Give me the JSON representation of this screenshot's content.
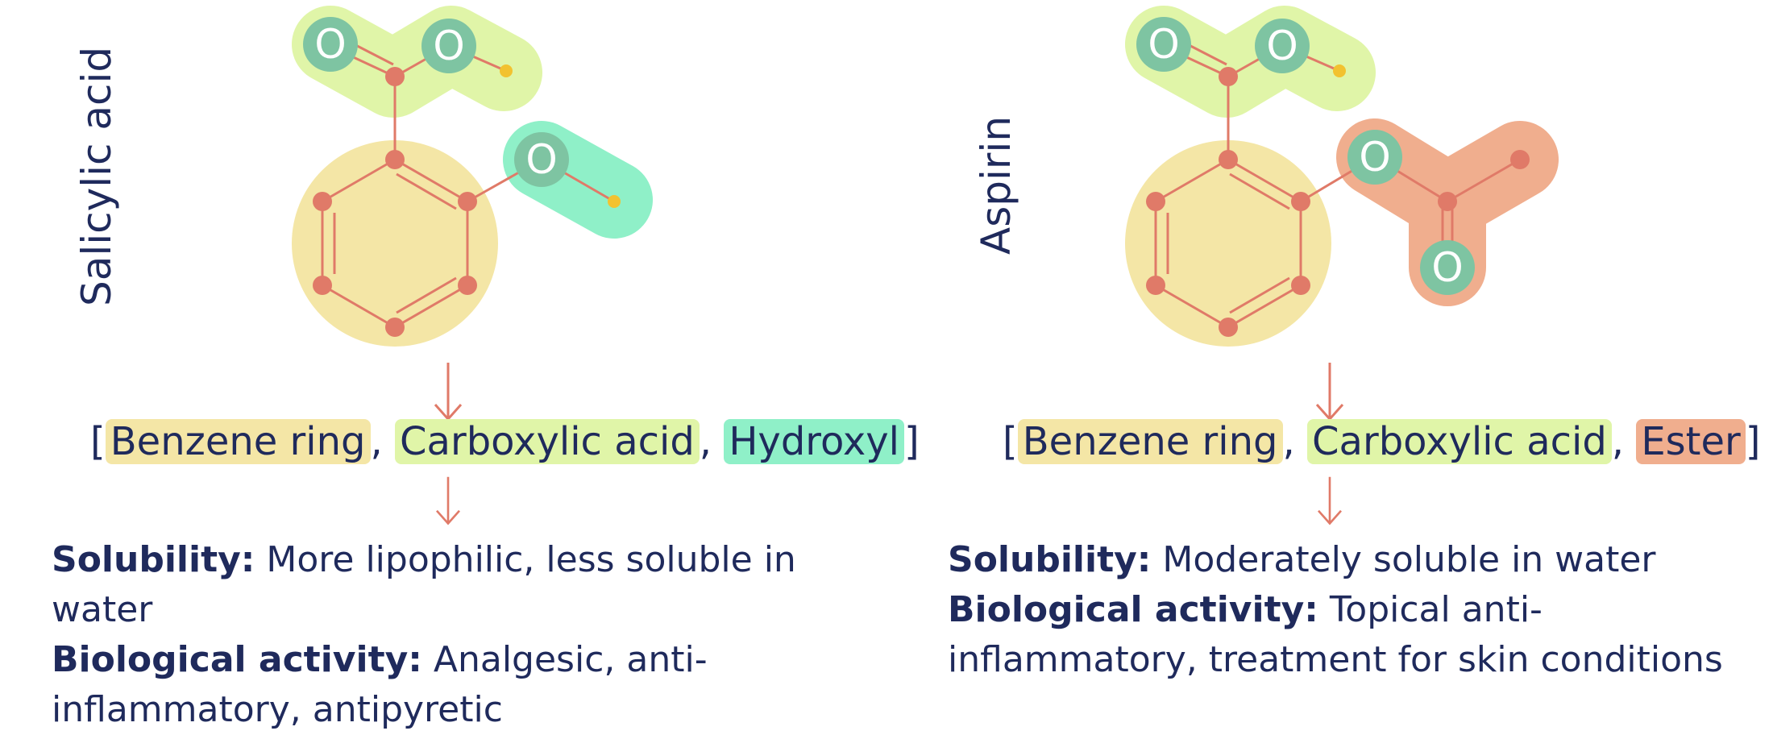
{
  "colors": {
    "text": "#1f2a5c",
    "bond": "#e07a68",
    "atom": "#e07a68",
    "oxygen": "#7ec4a2",
    "hydrogen": "#f2c230",
    "benzene": "#f4e6a6",
    "carboxylic": "#e0f5a8",
    "hydroxyl": "#8ff0c8",
    "ester": "#f0ae8e"
  },
  "panels": [
    {
      "molecule_name": "Salicylic acid",
      "oxygen_symbol": "O",
      "groups": {
        "open_bracket": "[",
        "benzene": "Benzene ring",
        "sep1": ", ",
        "carboxylic": "Carboxylic acid",
        "sep2": ", ",
        "third": "Hydroxyl",
        "third_color": "#8ff0c8",
        "close_bracket": "]"
      },
      "solubility": {
        "label": "Solubility:",
        "value": "More lipophilic, less soluble in water"
      },
      "activity": {
        "label": "Biological activity:",
        "value": "Analgesic, anti-inflammatory, antipyretic"
      }
    },
    {
      "molecule_name": "Aspirin",
      "oxygen_symbol": "O",
      "groups": {
        "open_bracket": "[",
        "benzene": "Benzene ring",
        "sep1": ", ",
        "carboxylic": "Carboxylic acid",
        "sep2": ", ",
        "third": "Ester",
        "third_color": "#f0ae8e",
        "close_bracket": "]"
      },
      "solubility": {
        "label": "Solubility:",
        "value": "Moderately soluble in water"
      },
      "activity": {
        "label": "Biological activity:",
        "value": "Topical anti-inflammatory, treatment for skin conditions"
      }
    }
  ]
}
